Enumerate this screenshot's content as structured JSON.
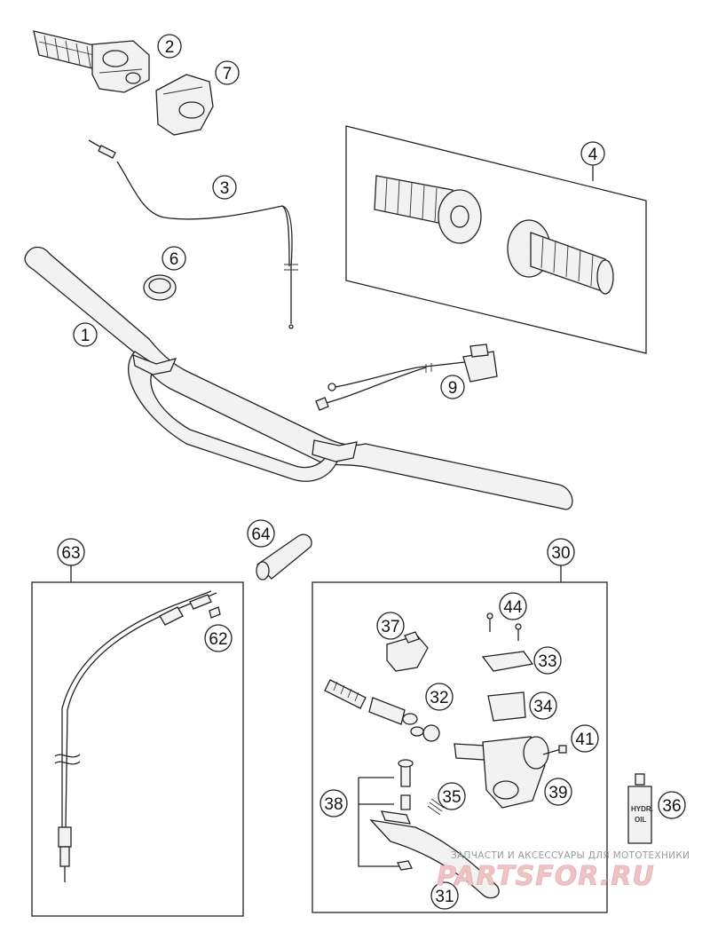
{
  "callouts": [
    {
      "id": "c2",
      "label": "2"
    },
    {
      "id": "c7",
      "label": "7"
    },
    {
      "id": "c3",
      "label": "3"
    },
    {
      "id": "c4",
      "label": "4"
    },
    {
      "id": "c6",
      "label": "6"
    },
    {
      "id": "c1",
      "label": "1"
    },
    {
      "id": "c9",
      "label": "9"
    },
    {
      "id": "c64",
      "label": "64"
    },
    {
      "id": "c63",
      "label": "63"
    },
    {
      "id": "c30",
      "label": "30"
    },
    {
      "id": "c62",
      "label": "62"
    },
    {
      "id": "c44",
      "label": "44"
    },
    {
      "id": "c37",
      "label": "37"
    },
    {
      "id": "c33",
      "label": "33"
    },
    {
      "id": "c32",
      "label": "32"
    },
    {
      "id": "c34",
      "label": "34"
    },
    {
      "id": "c41",
      "label": "41"
    },
    {
      "id": "c39",
      "label": "39"
    },
    {
      "id": "c38",
      "label": "38"
    },
    {
      "id": "c35",
      "label": "35"
    },
    {
      "id": "c36",
      "label": "36"
    },
    {
      "id": "c31",
      "label": "31"
    }
  ],
  "bottle_label": {
    "line1": "HYDR.",
    "line2": "OIL"
  },
  "watermark": {
    "tagline": "ЗАПЧАСТИ И АКСЕССУАРЫ ДЛЯ МОТОТЕХНИКИ",
    "logo": "PARTSFOR.RU"
  }
}
